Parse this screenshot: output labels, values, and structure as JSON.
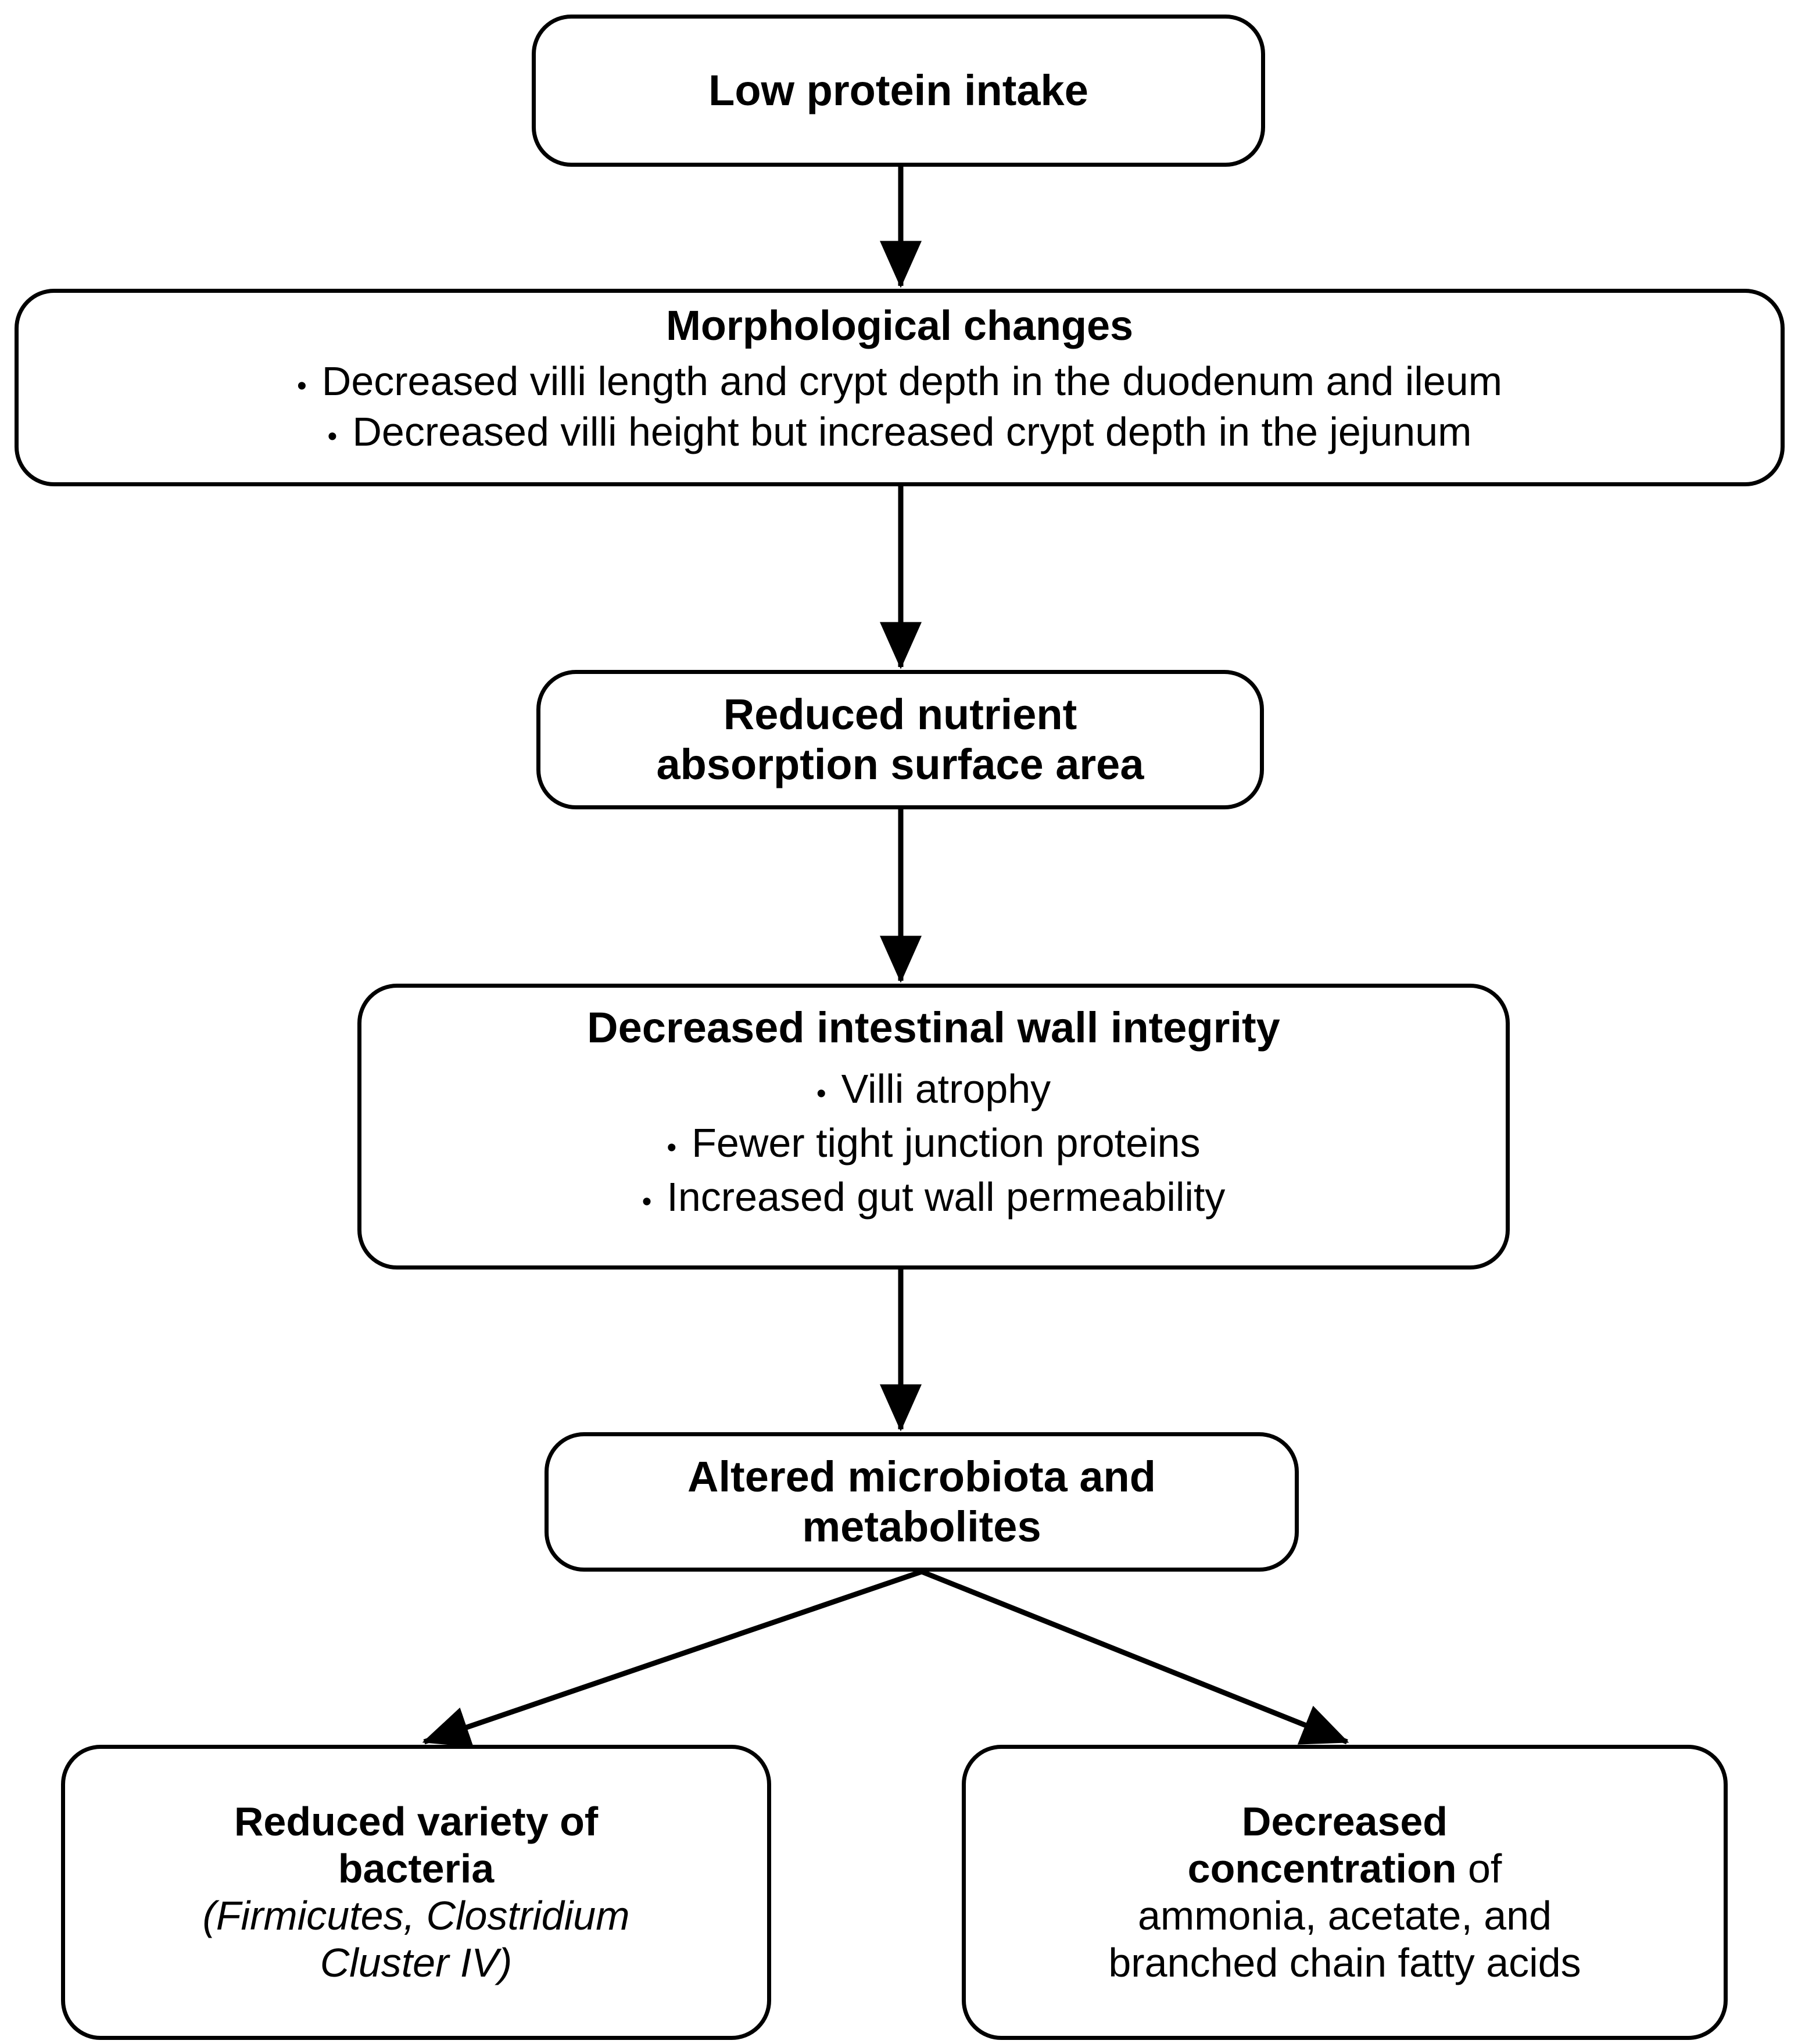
{
  "diagram": {
    "type": "flowchart",
    "background": "#ffffff",
    "stroke_color": "#000000",
    "nodes": [
      {
        "id": "low-protein-intake",
        "title": "Low protein intake",
        "lines": []
      },
      {
        "id": "morphological-changes",
        "title": "Morphological changes",
        "bullets": [
          "Decreased villi length and crypt depth in the duodenum and ileum",
          "Decreased villi height but increased crypt depth in the jejunum"
        ]
      },
      {
        "id": "reduced-absorption",
        "title_line1": "Reduced nutrient",
        "title_line2": "absorption surface area"
      },
      {
        "id": "wall-integrity",
        "title": "Decreased intestinal wall integrity",
        "bullets": [
          "Villi atrophy",
          "Fewer tight junction proteins",
          "Increased gut wall permeability"
        ]
      },
      {
        "id": "altered-microbiota",
        "title_line1": "Altered microbiota and",
        "title_line2": "metabolites"
      },
      {
        "id": "reduced-variety",
        "title_line1": "Reduced variety of",
        "title_line2": "bacteria",
        "sub_line1": "(Firmicutes, Clostridium",
        "sub_line2": "Cluster IV)"
      },
      {
        "id": "decreased-concentration",
        "title_line1": "Decreased",
        "title_line2": "concentration",
        "title_line2_tail": " of",
        "sub_line1": "ammonia, acetate, and",
        "sub_line2": "branched chain fatty acids"
      }
    ],
    "bullet_glyph": "•",
    "edges": [
      {
        "from": "low-protein-intake",
        "to": "morphological-changes"
      },
      {
        "from": "morphological-changes",
        "to": "reduced-absorption"
      },
      {
        "from": "reduced-absorption",
        "to": "wall-integrity"
      },
      {
        "from": "wall-integrity",
        "to": "altered-microbiota"
      },
      {
        "from": "altered-microbiota",
        "to": "reduced-variety"
      },
      {
        "from": "altered-microbiota",
        "to": "decreased-concentration"
      }
    ]
  }
}
